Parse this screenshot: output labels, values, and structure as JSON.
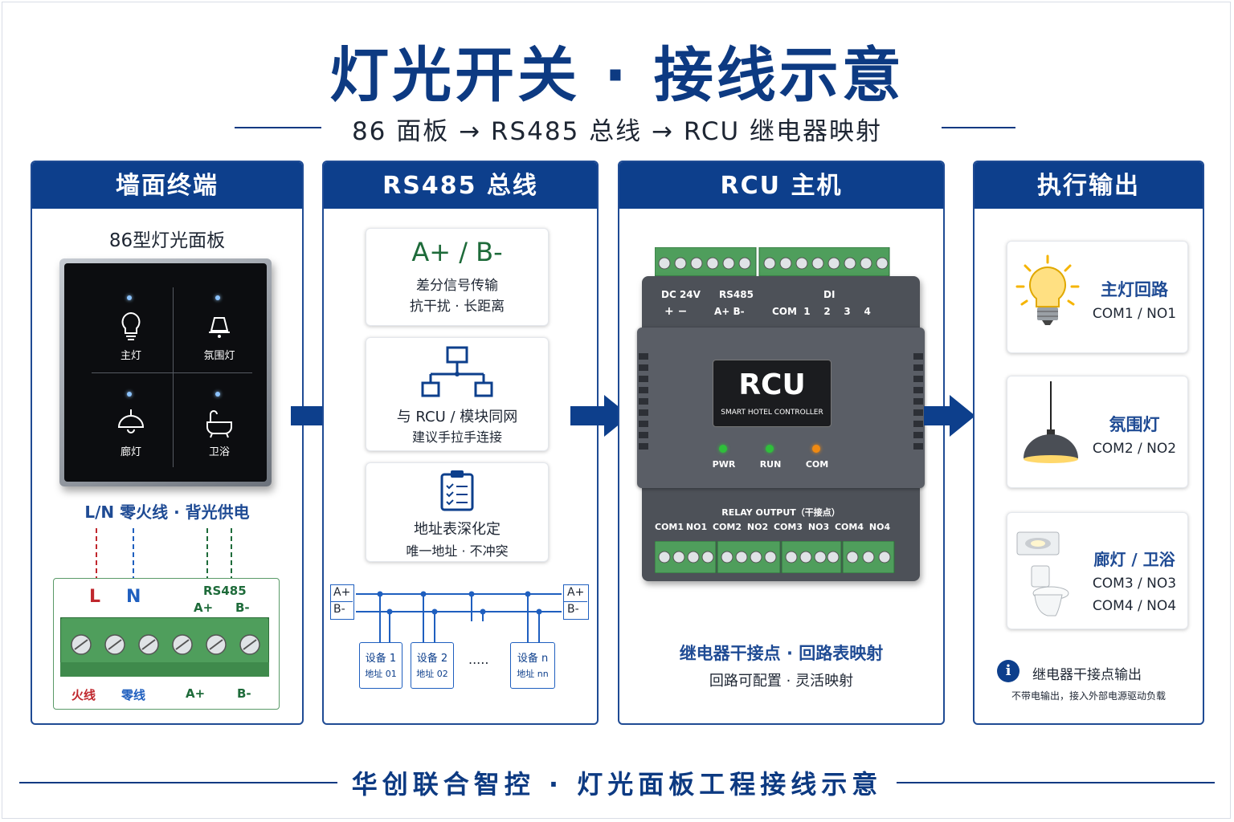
{
  "title": "灯光开关 · 接线示意",
  "subtitle": "86 面板 → RS485 总线 → RCU 继电器映射",
  "footer": "华创联合智控 · 灯光面板工程接线示意",
  "colors": {
    "brand": "#0d3f8c",
    "live": "#c0272d",
    "neutral": "#1f5fbf",
    "bus": "#1e6b3a",
    "terminal": "#4f9e5c"
  },
  "panel1": {
    "header": "墙面终端",
    "caption": "86型灯光面板",
    "buttons": [
      {
        "label": "主灯",
        "icon": "bulb-icon"
      },
      {
        "label": "氛围灯",
        "icon": "lamp-icon"
      },
      {
        "label": "廊灯",
        "icon": "ceiling-lamp-icon"
      },
      {
        "label": "卫浴",
        "icon": "bathtub-icon"
      }
    ],
    "power_note": "L/N 零火线 · 背光供电",
    "terminal": {
      "L": "L",
      "N": "N",
      "rs485": "RS485",
      "a": "A+",
      "b": "B-",
      "bottom": [
        "火线",
        "零线",
        "A+",
        "B-"
      ]
    }
  },
  "panel2": {
    "header": "RS485 总线",
    "card1": {
      "title": "A+ / B-",
      "line1": "差分信号传输",
      "line2": "抗干扰 · 长距离"
    },
    "card2": {
      "line1": "与 RCU / 模块同网",
      "line2": "建议手拉手连接"
    },
    "card3": {
      "line1": "地址表深化定",
      "line2": "唯一地址 · 不冲突"
    },
    "bus": {
      "a": "A+",
      "b": "B-",
      "devices": [
        {
          "name": "设备 1",
          "addr": "地址 01"
        },
        {
          "name": "设备 2",
          "addr": "地址 02"
        },
        {
          "name": "设备 n",
          "addr": "地址 nn"
        }
      ],
      "ellipsis": "....."
    }
  },
  "panel3": {
    "header": "RCU 主机",
    "top_labels": {
      "dc": "DC 24V",
      "dc_pol": "+  −",
      "rs485": "RS485",
      "rs485_pol": "A+  B-",
      "di": "DI",
      "di_pins": "COM  1    2    3    4"
    },
    "badge": "RCU",
    "badge_sub": "SMART HOTEL CONTROLLER",
    "leds": [
      {
        "label": "PWR",
        "color": "#2fbf3b"
      },
      {
        "label": "RUN",
        "color": "#2fbf3b"
      },
      {
        "label": "COM",
        "color": "#f08a12"
      }
    ],
    "relay_title": "RELAY OUTPUT（干接点）",
    "relay_pins": [
      "COM1",
      "NO1",
      "COM2",
      "NO2",
      "COM3",
      "NO3",
      "COM4",
      "NO4"
    ],
    "caption": "继电器干接点 · 回路表映射",
    "caption_sub": "回路可配置 · 灵活映射"
  },
  "panel4": {
    "header": "执行输出",
    "outputs": [
      {
        "name": "主灯回路",
        "pins": "COM1 / NO1"
      },
      {
        "name": "氛围灯",
        "pins": "COM2 / NO2"
      },
      {
        "name": "廊灯 / 卫浴",
        "pins": "COM3 / NO3",
        "pins2": "COM4 / NO4"
      }
    ],
    "info_title": "继电器干接点输出",
    "info_note": "不带电输出，接入外部电源驱动负载"
  }
}
